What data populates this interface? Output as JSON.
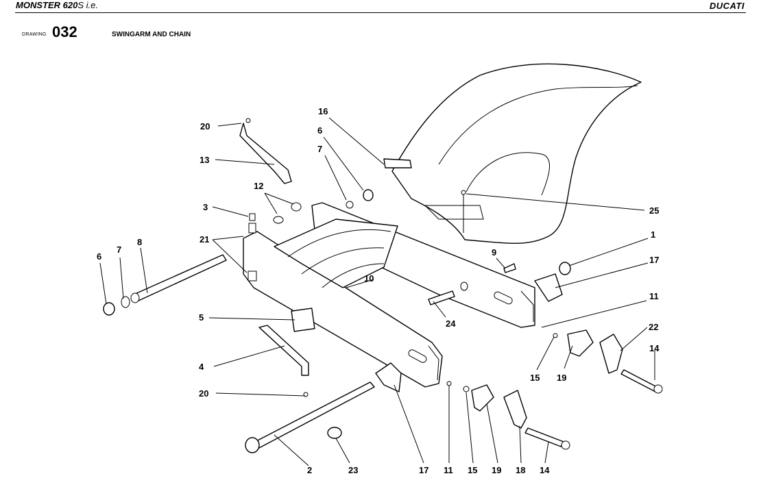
{
  "header": {
    "model_bold": "MONSTER 620",
    "model_suffix": "S i.e.",
    "brand": "DUCATI"
  },
  "drawing": {
    "label": "DRAWING",
    "number": "032",
    "title": "SWINGARM AND CHAIN"
  },
  "callouts": [
    "20",
    "13",
    "12",
    "3",
    "6",
    "7",
    "8",
    "21",
    "16",
    "6",
    "7",
    "25",
    "1",
    "9",
    "17",
    "10",
    "11",
    "24",
    "22",
    "5",
    "4",
    "14",
    "15",
    "19",
    "20",
    "2",
    "23",
    "17",
    "11",
    "15",
    "19",
    "18",
    "14"
  ]
}
